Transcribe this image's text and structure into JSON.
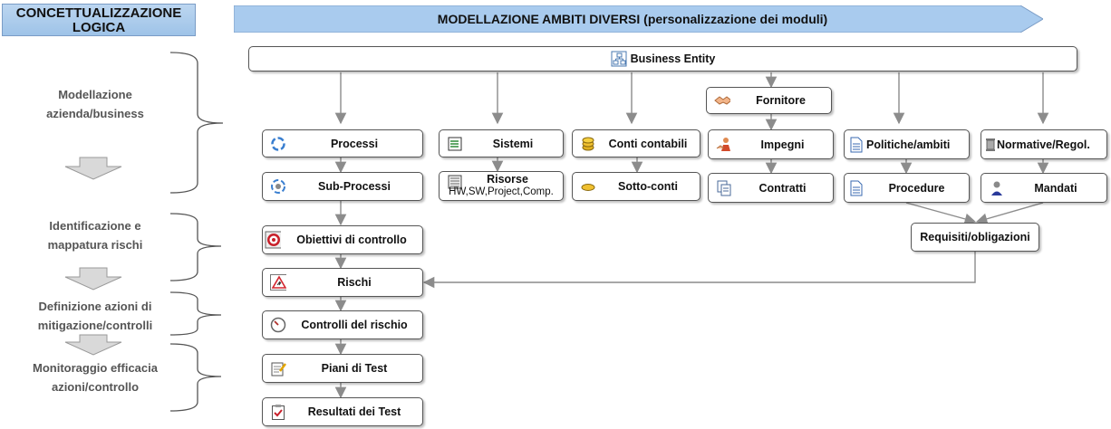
{
  "banner_left": {
    "line1": "CONCETTUALIZZAZIONE",
    "line2": "LOGICA"
  },
  "banner_top": {
    "label": "MODELLAZIONE AMBITI DIVERSI (personalizzazione dei moduli)"
  },
  "phases": {
    "p1": {
      "line1": "Modellazione",
      "line2": "azienda/business"
    },
    "p2": {
      "line1": "Identificazione e",
      "line2": "mappatura rischi"
    },
    "p3": {
      "line1": "Definizione azioni di",
      "line2": "mitigazione/controlli"
    },
    "p4": {
      "line1": "Monitoraggio efficacia",
      "line2": "azioni/controllo"
    }
  },
  "nodes": {
    "business_entity": "Business Entity",
    "processi": "Processi",
    "sub_processi": "Sub-Processi",
    "obiettivi": "Obiettivi di controllo",
    "rischi": "Rischi",
    "controlli": "Controlli del rischio",
    "piani": "Piani di Test",
    "risultati": "Resultati dei Test",
    "sistemi": "Sistemi",
    "risorse": "Risorse",
    "risorse_sub": "HW,SW,Project,Comp.",
    "conti": "Conti contabili",
    "sotto_conti": "Sotto-conti",
    "fornitore": "Fornitore",
    "impegni": "Impegni",
    "contratti": "Contratti",
    "politiche": "Politiche/ambiti",
    "procedure": "Procedure",
    "normative": "Normative/Regol.",
    "mandati": "Mandati",
    "requisiti": "Requisiti/obligazioni"
  },
  "icons": {
    "business_entity": "org-chart-icon",
    "processi": "cycle-icon",
    "sub_processi": "gear-cycle-icon",
    "obiettivi": "target-icon",
    "rischi": "warning-icon",
    "controlli": "gauge-icon",
    "piani": "notepad-pencil-icon",
    "risultati": "clipboard-check-icon",
    "sistemi": "spreadsheet-icon",
    "risorse": "server-icon",
    "conti": "coins-icon",
    "sotto_conti": "coin-icon",
    "fornitore": "handshake-icon",
    "impegni": "person-handshake-icon",
    "contratti": "documents-icon",
    "politiche": "document-icon",
    "procedure": "document-icon",
    "normative": "pillar-icon",
    "mandati": "person-icon"
  },
  "colors": {
    "banner_fill": "#a9cbee",
    "banner_border": "#7a9cc6",
    "connector": "#8c8c8c",
    "phase_text": "#555555"
  }
}
